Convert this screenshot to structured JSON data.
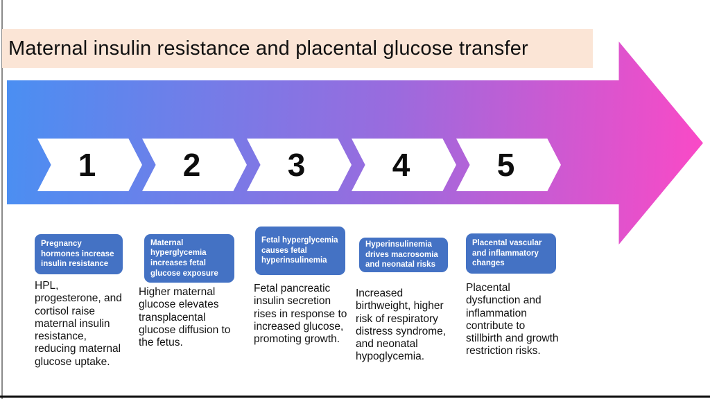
{
  "title": {
    "text": "Maternal insulin resistance and placental glucose transfer"
  },
  "colors": {
    "title_bg": "#fbe5d6",
    "arrow_start": "#4a8ff2",
    "arrow_end": "#fb49c6",
    "label_bg": "#4472c4"
  },
  "steps": [
    {
      "number": "1",
      "label": "Pregnancy hormones increase insulin resistance",
      "description": "HPL, progesterone, and cortisol raise maternal insulin resistance, reducing maternal glucose uptake."
    },
    {
      "number": "2",
      "label": "Maternal hyperglycemia increases fetal glucose exposure",
      "description": "Higher maternal glucose elevates transplacental glucose diffusion to the fetus."
    },
    {
      "number": "3",
      "label": "Fetal hyperglycemia causes fetal hyperinsulinemia",
      "description": "Fetal pancreatic insulin secretion rises in response to increased glucose, promoting growth."
    },
    {
      "number": "4",
      "label": "Hyperinsulinemia drives macrosomia and neonatal risks",
      "description": "Increased birthweight, higher risk of respiratory distress syndrome, and neonatal hypoglycemia."
    },
    {
      "number": "5",
      "label": "Placental vascular and inflammatory changes",
      "description": "Placental dysfunction and inflammation contribute to stillbirth and growth restriction risks."
    }
  ]
}
